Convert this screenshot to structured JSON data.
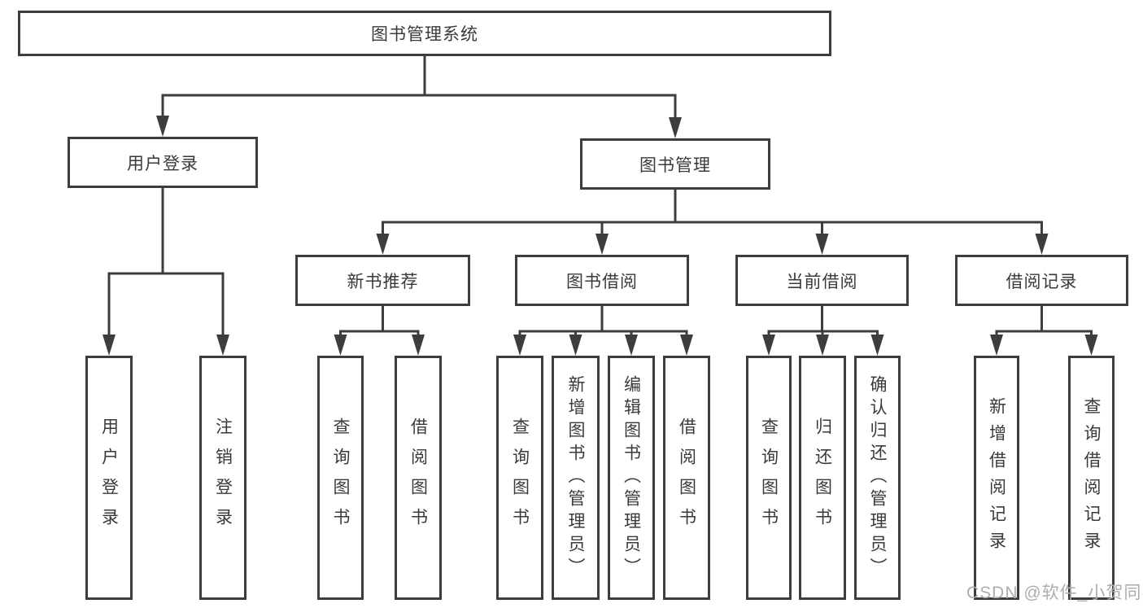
{
  "watermark": {
    "text": "CSDN @软件_小贺同学"
  },
  "colors": {
    "line": "#3d3d3d",
    "text": "#3a3a3a",
    "background": "#ffffff",
    "watermark": "#abadb0"
  },
  "diagram": {
    "type": "hierarchy-tree",
    "nodes": {
      "root": {
        "label": "图书管理系统"
      },
      "login": {
        "label": "用户登录"
      },
      "mgmt": {
        "label": "图书管理"
      },
      "rec": {
        "label": "新书推荐"
      },
      "borrow": {
        "label": "图书借阅"
      },
      "current": {
        "label": "当前借阅"
      },
      "records": {
        "label": "借阅记录"
      },
      "leaf_user_login": {
        "label": "用户登录"
      },
      "leaf_logout": {
        "label": "注销登录"
      },
      "rec_query": {
        "label": "查询图书"
      },
      "rec_borrow": {
        "label": "借阅图书"
      },
      "b_query": {
        "label": "查询图书"
      },
      "b_add": {
        "label": "新增图书（管理员）"
      },
      "b_edit": {
        "label": "编辑图书（管理员）"
      },
      "b_borrow": {
        "label": "借阅图书"
      },
      "c_query": {
        "label": "查询图书"
      },
      "c_return": {
        "label": "归还图书"
      },
      "c_confirm": {
        "label": "确认归还（管理员）"
      },
      "r_add": {
        "label": "新增借阅记录"
      },
      "r_query": {
        "label": "查询借阅记录"
      }
    },
    "edges": [
      {
        "parent": "root",
        "children": [
          "login",
          "mgmt"
        ]
      },
      {
        "parent": "login",
        "children": [
          "leaf_user_login",
          "leaf_logout"
        ]
      },
      {
        "parent": "mgmt",
        "children": [
          "rec",
          "borrow",
          "current",
          "records"
        ]
      },
      {
        "parent": "rec",
        "children": [
          "rec_query",
          "rec_borrow"
        ]
      },
      {
        "parent": "borrow",
        "children": [
          "b_query",
          "b_add",
          "b_edit",
          "b_borrow"
        ]
      },
      {
        "parent": "current",
        "children": [
          "c_query",
          "c_return",
          "c_confirm"
        ]
      },
      {
        "parent": "records",
        "children": [
          "r_add",
          "r_query"
        ]
      }
    ]
  }
}
